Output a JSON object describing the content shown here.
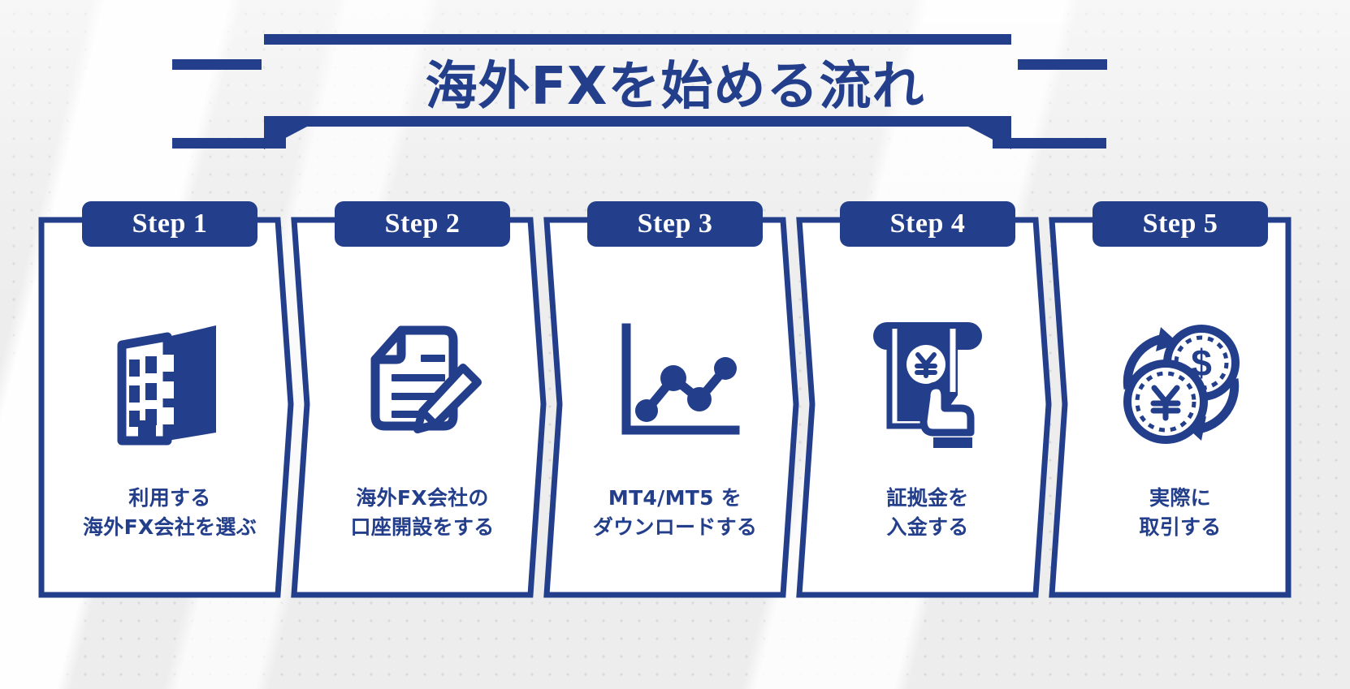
{
  "theme": {
    "brand_blue": "#233e8b",
    "background": "#ededed",
    "card_fill": "#ffffff"
  },
  "header": {
    "title": "海外FXを始める流れ"
  },
  "steps": [
    {
      "badge": "Step 1",
      "icon": "office-building-icon",
      "caption_line1": "利用する",
      "caption_line2": "海外FX会社を選ぶ"
    },
    {
      "badge": "Step 2",
      "icon": "document-pencil-icon",
      "caption_line1": "海外FX会社の",
      "caption_line2": "口座開設をする"
    },
    {
      "badge": "Step 3",
      "icon": "line-chart-icon",
      "caption_line1": "MT4/MT5 を",
      "caption_line2": "ダウンロードする"
    },
    {
      "badge": "Step 4",
      "icon": "atm-hand-card-icon",
      "caption_line1": "証拠金を",
      "caption_line2": "入金する"
    },
    {
      "badge": "Step 5",
      "icon": "currency-exchange-icon",
      "caption_line1": "実際に",
      "caption_line2": "取引する"
    }
  ]
}
